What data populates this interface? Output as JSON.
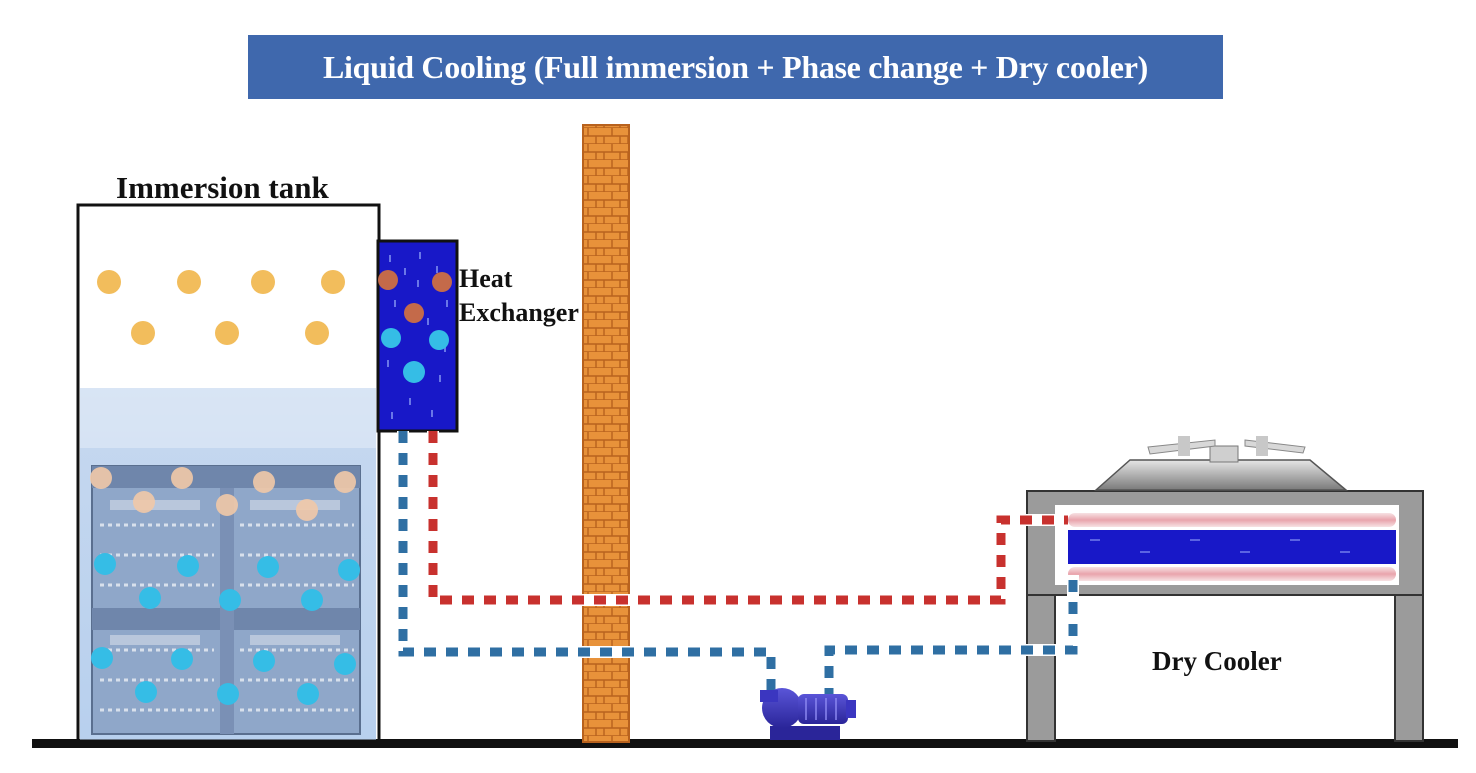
{
  "title": "Liquid Cooling (Full immersion + Phase change + Dry cooler)",
  "labels": {
    "immersion_tank": "Immersion tank",
    "heat_exchanger": "Heat\nExchanger",
    "dry_cooler": "Dry Cooler"
  },
  "colors": {
    "title_bg": "#3f68ad",
    "hot_pipe": "#c8312e",
    "cold_pipe": "#2f6fa3",
    "vapor_bubble": "#f2bd5c",
    "liquid_bubble": "#35bde6",
    "coolant": "#1818c8",
    "brick": "#e8923a",
    "frame": "#9b9b9b"
  }
}
